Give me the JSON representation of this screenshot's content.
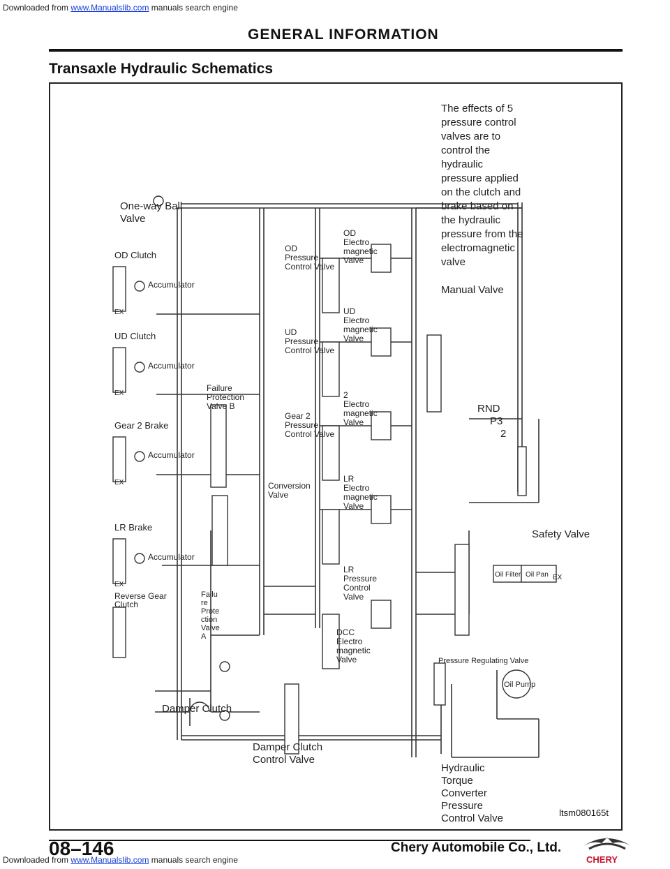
{
  "download": {
    "prefix": "Downloaded from",
    "link": "www.Manualslib.com",
    "suffix": "manuals search engine"
  },
  "section_title": "GENERAL INFORMATION",
  "heading": "Transaxle Hydraulic Schematics",
  "labels": {
    "oneway": [
      "One-way Ball",
      "Valve"
    ],
    "note": [
      "The effects of 5",
      "pressure control",
      "valves are to",
      "control the",
      "hydraulic",
      "pressure applied",
      "on the clutch and",
      "brake based on",
      "the hydraulic",
      "pressure from the",
      "electromagnetic",
      "valve"
    ],
    "od_clutch": "OD Clutch",
    "ud_clutch": "UD Clutch",
    "gear2_brake": "Gear 2 Brake",
    "lr_brake": "LR Brake",
    "reverse_gear": [
      "Reverse Gear",
      "Clutch"
    ],
    "accumulator": "Accumulator",
    "od_pcv": [
      "OD",
      "Pressure",
      "Control Valve"
    ],
    "od_emv": [
      "OD",
      "Electro",
      "magnetic",
      "Valve"
    ],
    "ud_pcv": [
      "UD",
      "Pressure",
      "Control Valve"
    ],
    "ud_emv": [
      "UD",
      "Electro",
      "magnetic",
      "Valve"
    ],
    "g2_pcv": [
      "Gear 2",
      "Pressure",
      "Control Valve"
    ],
    "g2_emv": [
      "2",
      "Electro",
      "magnetic",
      "Valve"
    ],
    "lr_pcv": [
      "LR",
      "Pressure",
      "Control",
      "Valve"
    ],
    "lr_emv": [
      "LR",
      "Electro",
      "magnetic",
      "Valve"
    ],
    "dcc_emv": [
      "DCC",
      "Electro",
      "magnetic",
      "Valve"
    ],
    "failure_b": [
      "Failure",
      "Protection",
      "Valve B"
    ],
    "failure_a": [
      "Failu",
      "re",
      "Prote",
      "ction",
      "Valve",
      "A"
    ],
    "conversion": [
      "Conversion",
      "Valve"
    ],
    "manual": "Manual Valve",
    "rnd": [
      "RND",
      "P3",
      "2"
    ],
    "safety": "Safety Valve",
    "damper_clutch": "Damper Clutch",
    "damper_cv": [
      "Damper Clutch",
      "Control Valve"
    ],
    "prv": "Pressure Regulating Valve",
    "oil_pump": "Oil Pump",
    "oil_filter": "Oil Filter",
    "oil_pan": "Oil Pan",
    "htc": [
      "Hydraulic",
      "Torque",
      "Converter",
      "Pressure",
      "Control Valve"
    ],
    "ex": "EX"
  },
  "figure_id": "ltsm080165t",
  "page_number": "08–146",
  "company": "Chery Automobile Co., Ltd.",
  "logo_text": "CHERY",
  "colors": {
    "logo": "#c8102e",
    "link": "#1a3fd8"
  }
}
